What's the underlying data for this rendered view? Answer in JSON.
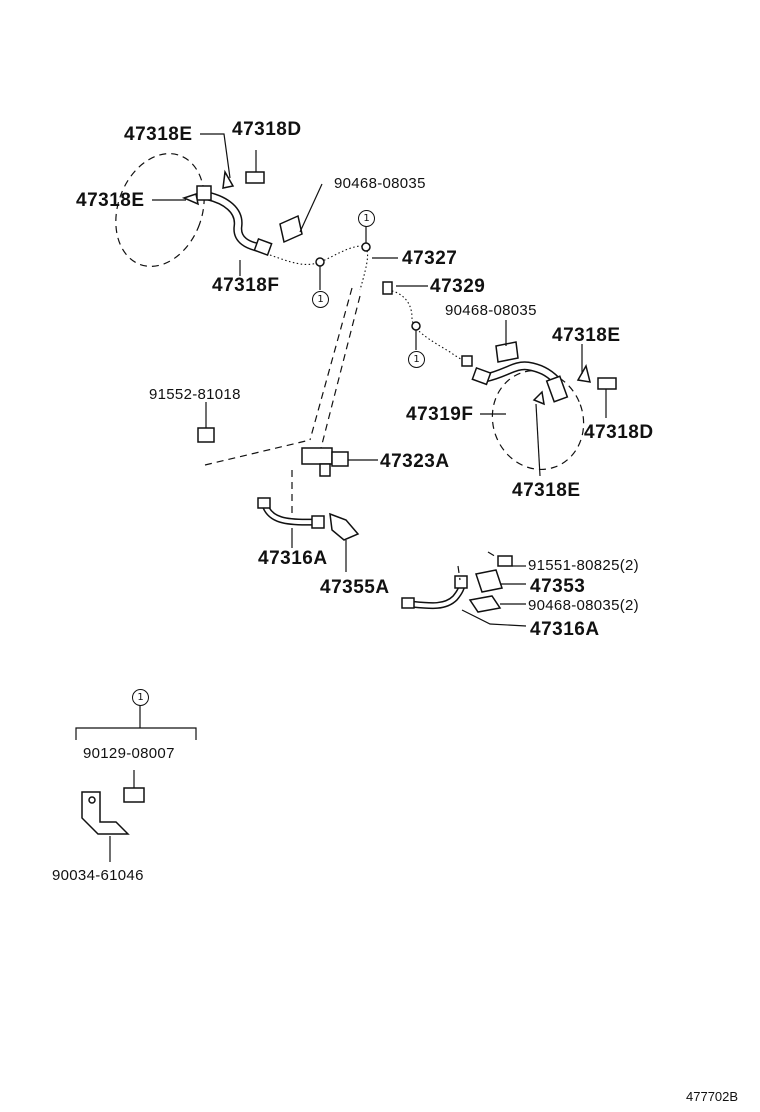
{
  "labels": {
    "p47318E_top": "47318E",
    "p47318D_top": "47318D",
    "p47318E_left": "47318E",
    "p90468_top": "90468-08035",
    "p47318F": "47318F",
    "p47327": "47327",
    "p47329": "47329",
    "p90468_mid": "90468-08035",
    "p47318E_right": "47318E",
    "p91552": "91552-81018",
    "p47319F": "47319F",
    "p47318D_right": "47318D",
    "p47323A": "47323A",
    "p47318E_bottom": "47318E",
    "p47316A_left": "47316A",
    "p47355A": "47355A",
    "p91551": "91551-80825(2)",
    "p47353": "47353",
    "p90468_low": "90468-08035(2)",
    "p47316A_right": "47316A",
    "p90129": "90129-08007",
    "p90034": "90034-61046"
  },
  "callout_marker": "1",
  "diagram_ref": "477702B"
}
